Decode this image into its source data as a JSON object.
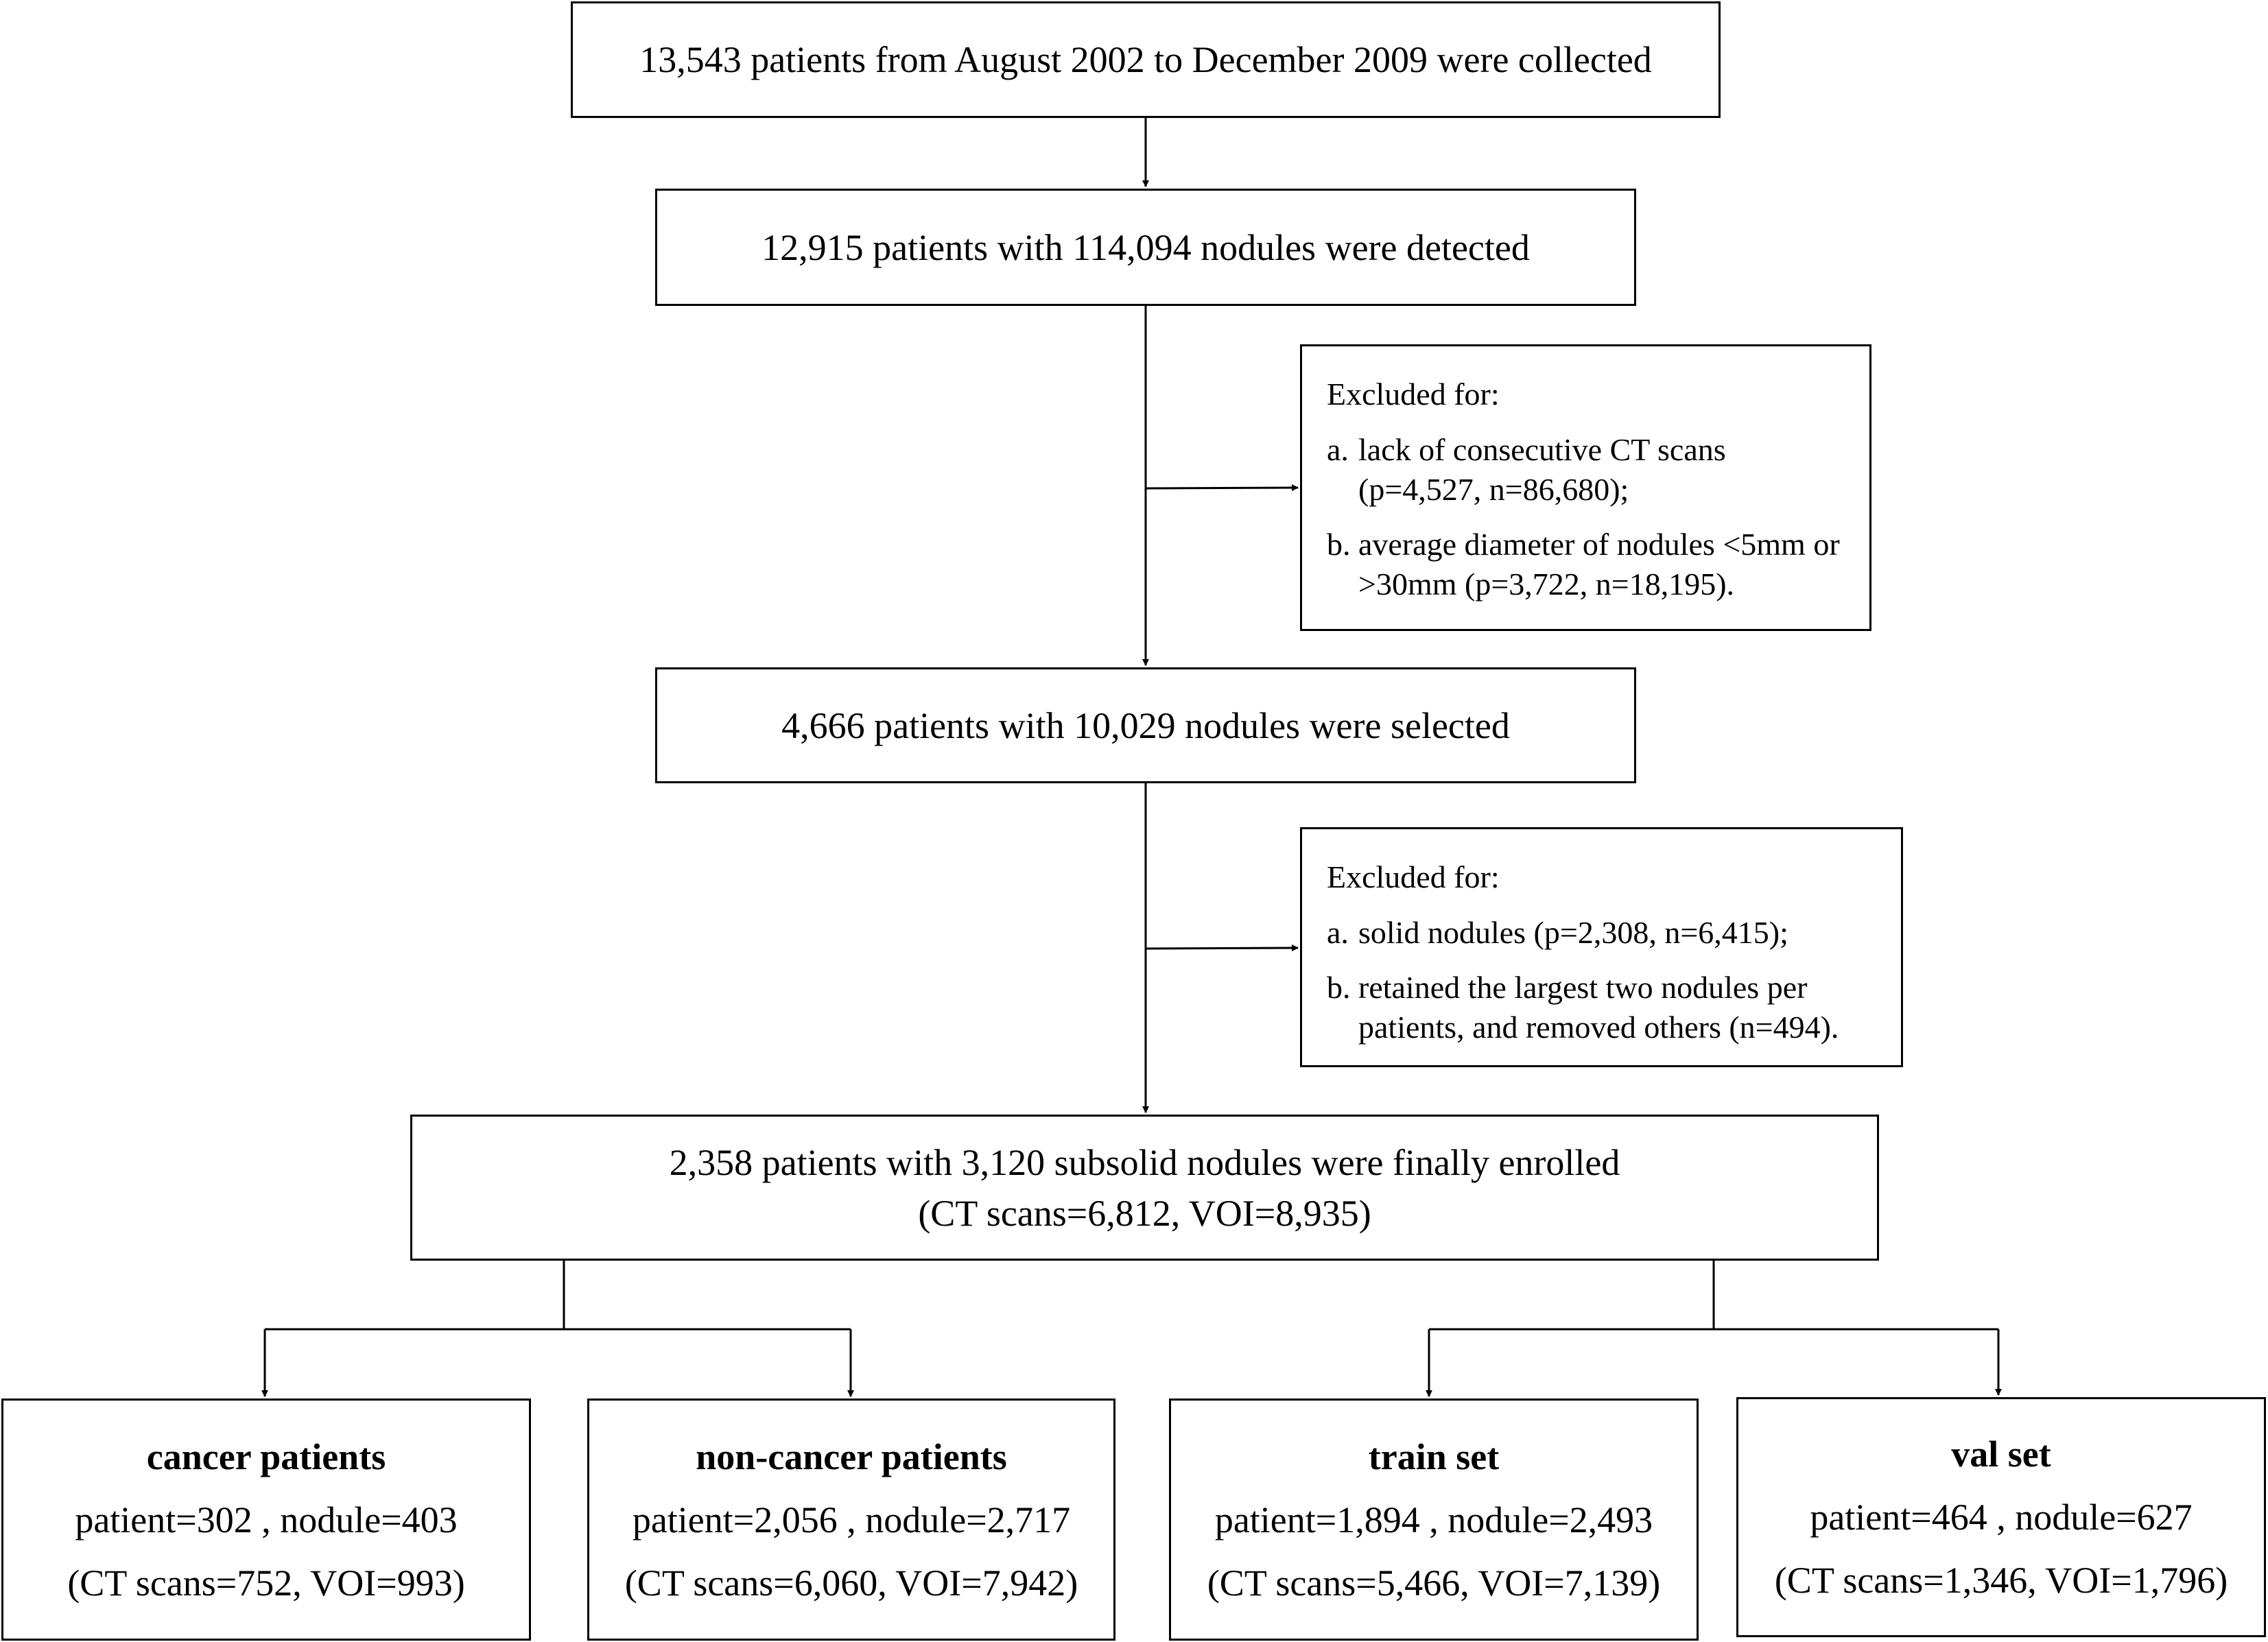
{
  "boxes": {
    "collected": "13,543 patients from August 2002 to December 2009 were collected",
    "detected": "12,915 patients with 114,094 nodules were detected",
    "excluded1": {
      "header": "Excluded for:",
      "items": [
        {
          "letter": "a.",
          "text": "lack of consecutive CT scans (p=4,527, n=86,680);"
        },
        {
          "letter": "b.",
          "text": "average diameter of nodules <5mm or >30mm (p=3,722, n=18,195)."
        }
      ]
    },
    "selected": "4,666 patients with 10,029 nodules were selected",
    "excluded2": {
      "header": "Excluded for:",
      "items": [
        {
          "letter": "a.",
          "text": "solid nodules (p=2,308, n=6,415);"
        },
        {
          "letter": "b.",
          "text": "retained the largest two nodules per patients, and removed others (n=494)."
        }
      ]
    },
    "enrolled": {
      "line1": "2,358 patients with 3,120 subsolid nodules were finally enrolled",
      "line2": "(CT scans=6,812,  VOI=8,935)"
    },
    "cancer": {
      "title": "cancer patients",
      "line1": "patient=302 , nodule=403",
      "line2": "(CT scans=752,  VOI=993)"
    },
    "noncancer": {
      "title": "non-cancer patients",
      "line1": "patient=2,056 , nodule=2,717",
      "line2": "(CT scans=6,060,  VOI=7,942)"
    },
    "train": {
      "title": "train set",
      "line1": "patient=1,894 , nodule=2,493",
      "line2": "(CT scans=5,466,  VOI=7,139)"
    },
    "val": {
      "title": "val set",
      "line1": "patient=464 , nodule=627",
      "line2": "(CT scans=1,346,  VOI=1,796)"
    }
  }
}
